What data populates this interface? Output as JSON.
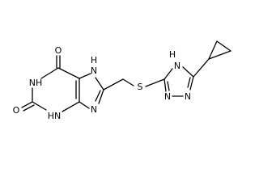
{
  "structure": {
    "atoms": {
      "o_top": "O",
      "nh_top": "NH",
      "hn_left": "HN",
      "o_bottom": "O",
      "h_bottom": "H",
      "n_bottom": "N",
      "n_right": "N",
      "s": "S",
      "h_triazole": "H",
      "n_triazole": "N",
      "n_tr_bl": "N",
      "n_tr_br": "N"
    }
  },
  "colors": {
    "bond": "#000000",
    "label": "#000000",
    "background": "#ffffff"
  }
}
